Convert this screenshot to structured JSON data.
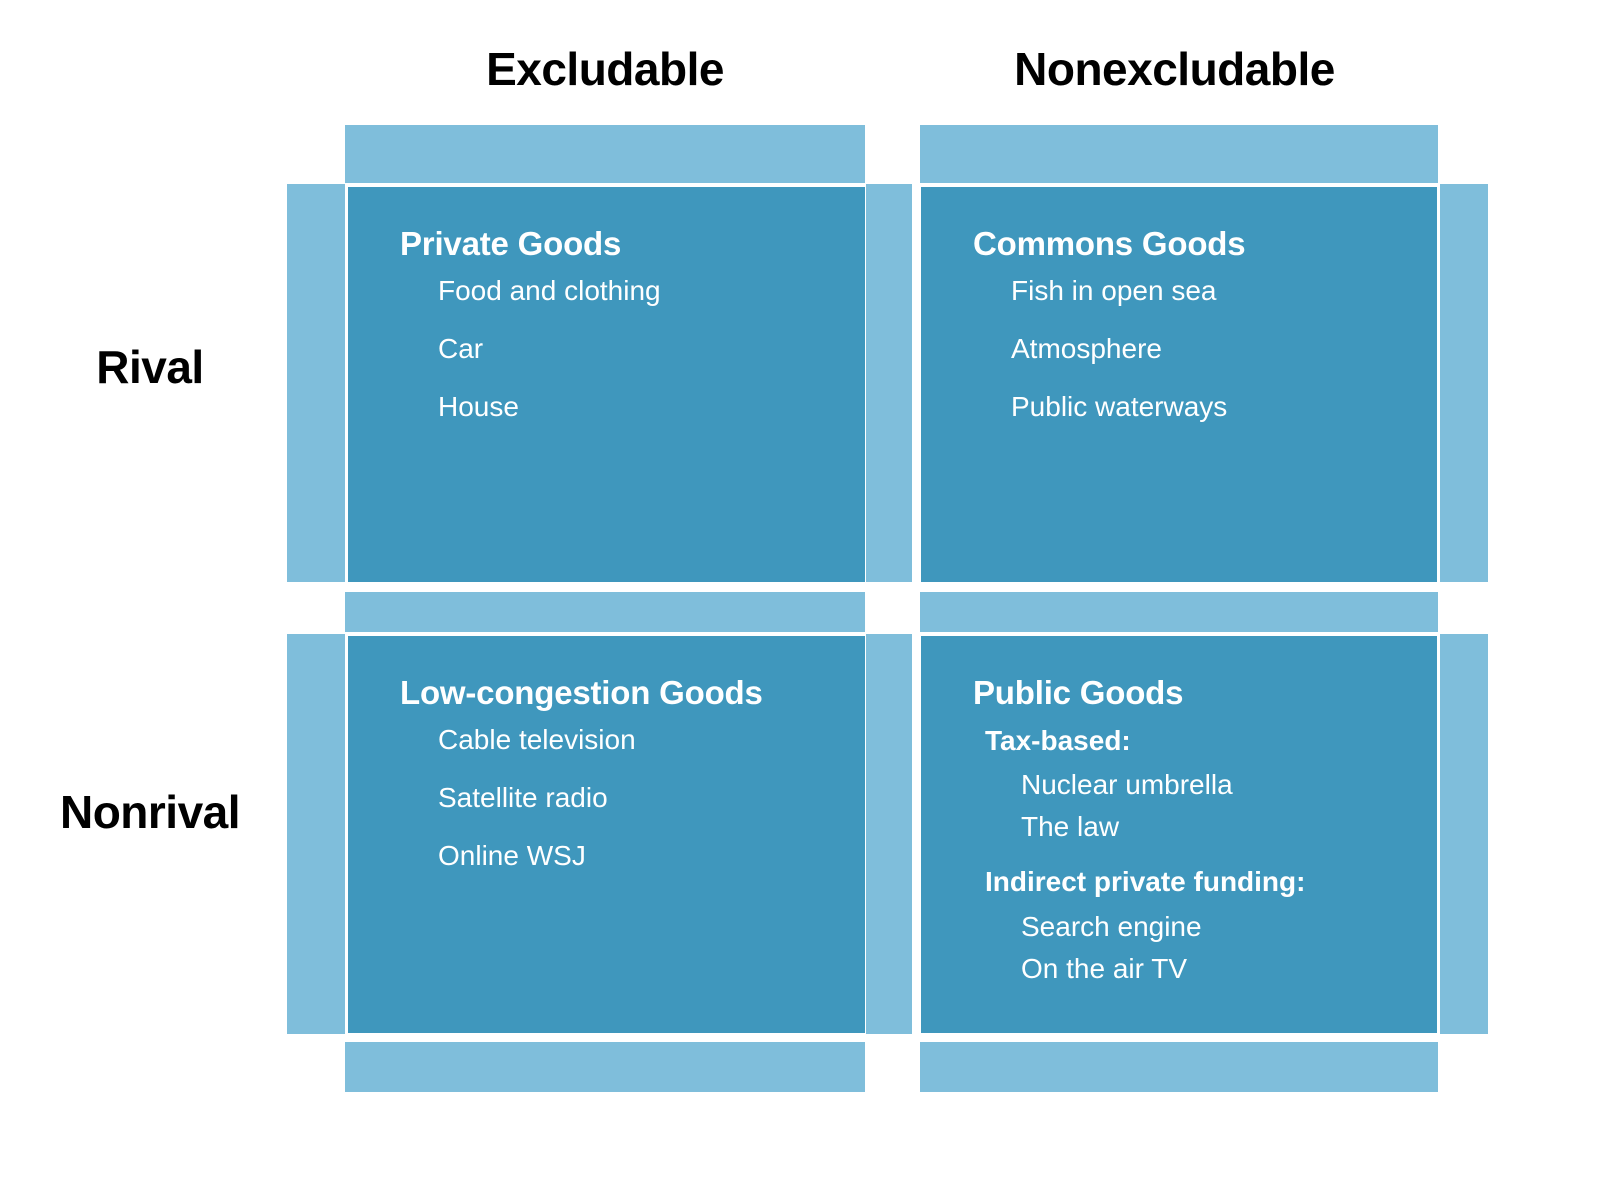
{
  "colors": {
    "panel": "#3f97bd",
    "frame": "#7fbedb",
    "background": "#ffffff",
    "header_text": "#000000",
    "panel_text": "#ffffff"
  },
  "matrix": {
    "column_headers": [
      {
        "label": "Excludable"
      },
      {
        "label": "Nonexcludable"
      }
    ],
    "row_headers": [
      {
        "label": "Rival"
      },
      {
        "label": "Nonrival"
      }
    ],
    "quadrants": [
      {
        "id": "private-goods",
        "row": "Rival",
        "column": "Excludable",
        "title": "Private Goods",
        "items": [
          "Food and clothing",
          "Car",
          "House"
        ]
      },
      {
        "id": "commons-goods",
        "row": "Rival",
        "column": "Nonexcludable",
        "title": "Commons Goods",
        "items": [
          "Fish in open sea",
          "Atmosphere",
          "Public waterways"
        ]
      },
      {
        "id": "low-congestion-goods",
        "row": "Nonrival",
        "column": "Excludable",
        "title": "Low-congestion Goods",
        "items": [
          "Cable television",
          "Satellite radio",
          "Online WSJ"
        ]
      },
      {
        "id": "public-goods",
        "row": "Nonrival",
        "column": "Nonexcludable",
        "title": "Public Goods",
        "groups": [
          {
            "label": "Tax-based:",
            "items": [
              "Nuclear umbrella",
              "The law"
            ]
          },
          {
            "label": "Indirect private funding:",
            "items": [
              "Search engine",
              "On the air TV"
            ]
          }
        ]
      }
    ]
  }
}
